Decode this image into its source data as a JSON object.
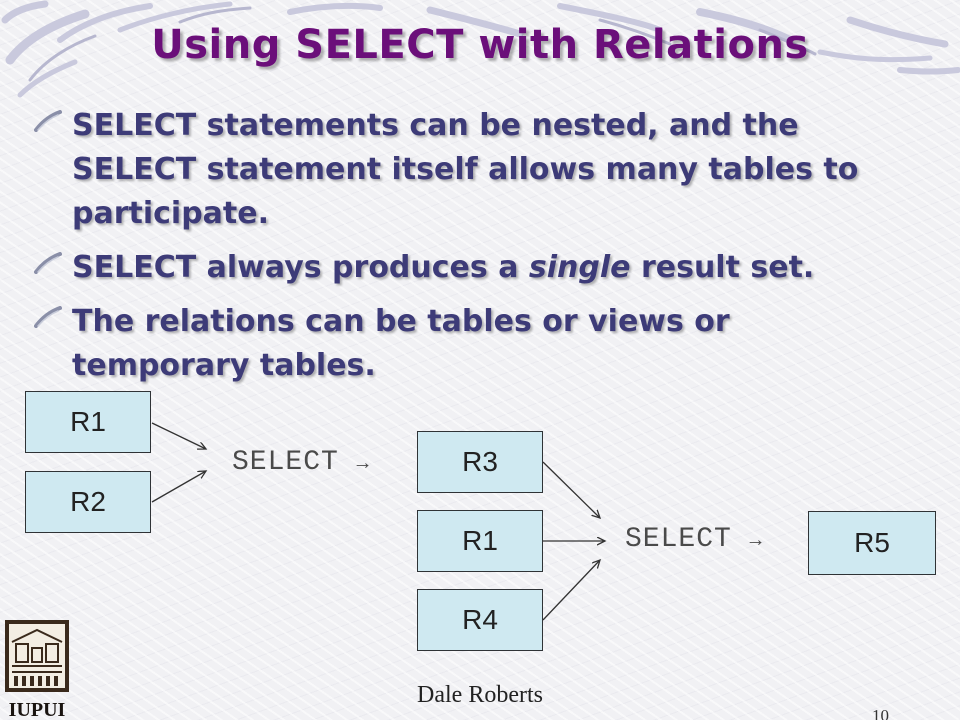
{
  "slide": {
    "title": "Using SELECT with Relations",
    "bullets": [
      {
        "text": "SELECT statements can be nested, and the SELECT statement itself allows many tables to participate."
      },
      {
        "before": "SELECT always produces a ",
        "emphasis": "single",
        "after": " result set."
      },
      {
        "text": "The relations can be tables or views or temporary tables."
      }
    ],
    "diagram": {
      "boxes": {
        "r1_top": "R1",
        "r2": "R2",
        "r3": "R3",
        "r1_mid": "R1",
        "r4": "R4",
        "r5": "R5"
      },
      "operators": {
        "first": "SELECT",
        "second": "SELECT"
      },
      "arrow_glyph": "→",
      "box_fill": "#cfe9f1"
    },
    "footer": {
      "author": "Dale Roberts",
      "page_number": "10",
      "logo_text": "IUPUI"
    },
    "colors": {
      "title": "#6b0f7a",
      "body_text": "#3d3b78",
      "background": "#f1f1f4"
    }
  }
}
